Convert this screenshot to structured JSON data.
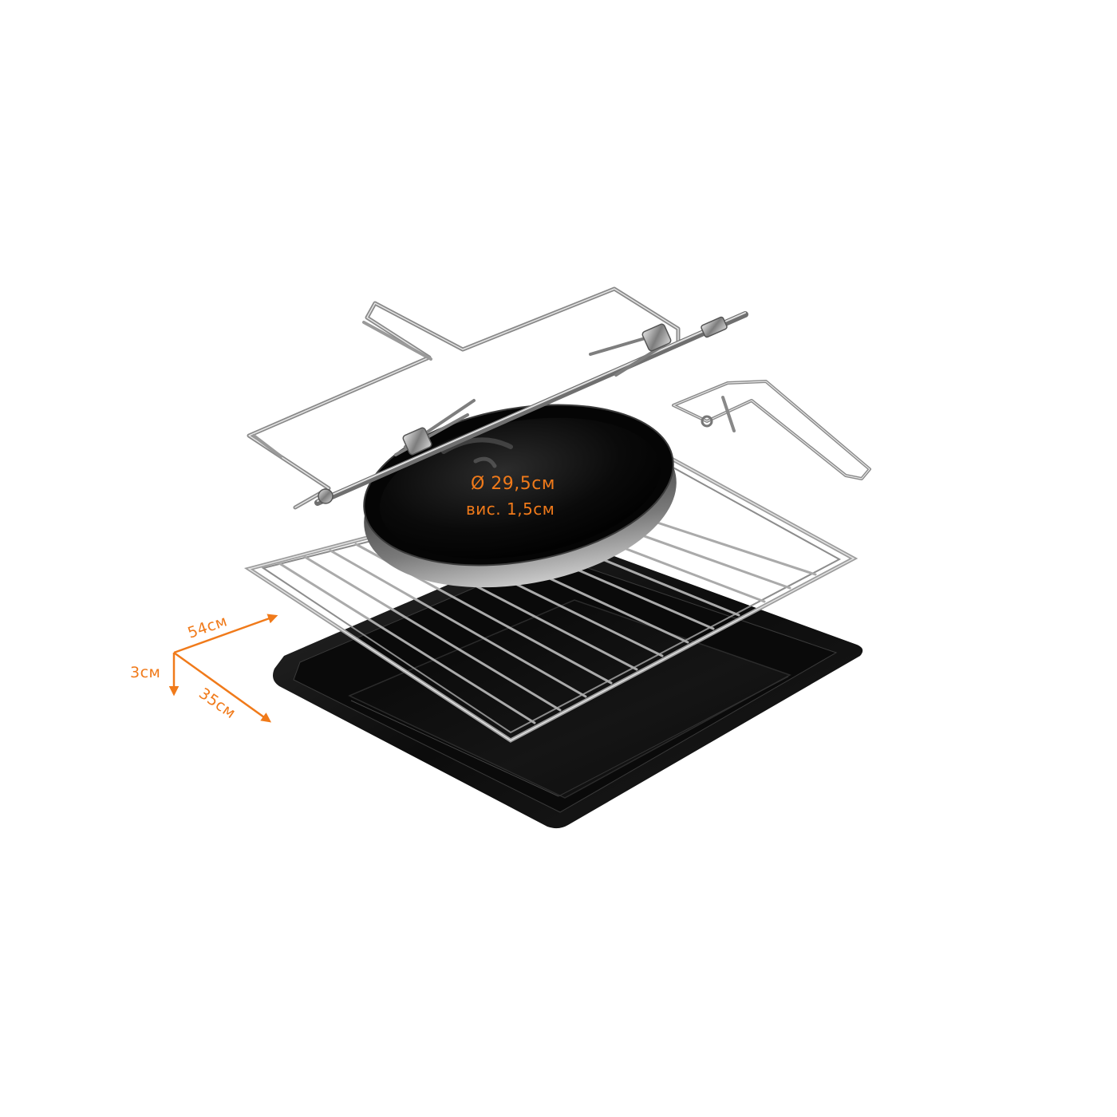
{
  "colors": {
    "accent": "#f07a1a",
    "enamel": "#0e0e0e",
    "chrome": "#a7a7a7"
  },
  "pan": {
    "diameter_label": "Ø 29,5см",
    "height_label": "вис.  1,5см"
  },
  "tray_dimensions": {
    "length_label": "54см",
    "height_label": "3см",
    "depth_label": "35см"
  },
  "objects": [
    "rotisserie-spit-icon",
    "rotisserie-frame-icon",
    "spit-handle-icon",
    "round-pan-icon",
    "wire-rack-icon",
    "baking-tray-icon"
  ]
}
